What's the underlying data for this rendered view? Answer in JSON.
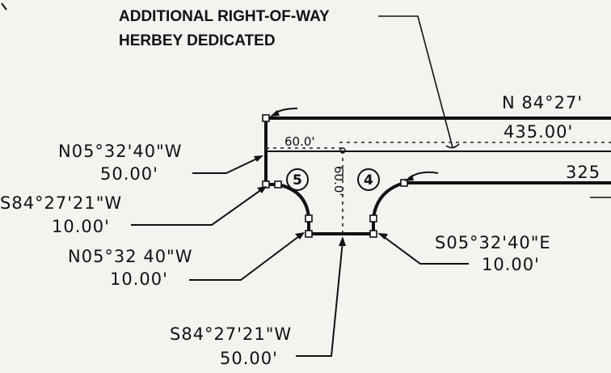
{
  "header": {
    "line1": "ADDITIONAL RIGHT-OF-WAY",
    "line2": "HERBEY DEDICATED"
  },
  "road": {
    "bearing": "N 84°27'",
    "distance": "435.00'",
    "partial_distance": "325"
  },
  "bounds": {
    "north_bearing": "N05°32'40\"W",
    "north_distance": "50.00'",
    "south_west_bearing": "S84°27'21\"W",
    "south_west_distance": "10.00'",
    "inner_bearing": "N05°32 40\"W",
    "inner_distance": "10.00'",
    "east_bearing": "S05°32'40\"E",
    "east_distance": "10.00'",
    "bottom_bearing": "S84°27'21\"W",
    "bottom_distance": "50.00'"
  },
  "dimensions": {
    "top_width": "60.0'",
    "side_depth": "60.0'"
  },
  "lots": {
    "left": "5",
    "right": "4"
  }
}
